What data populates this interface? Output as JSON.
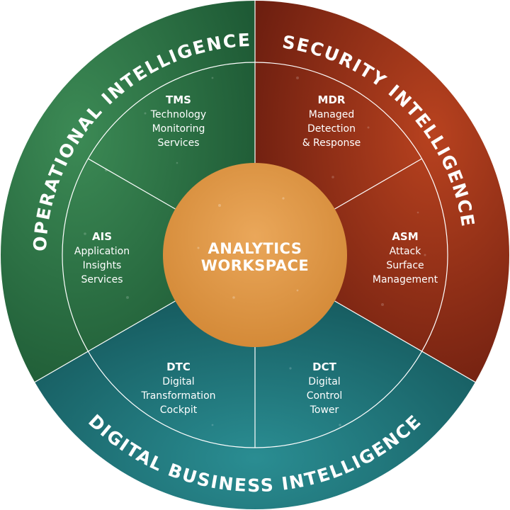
{
  "center": {
    "lines": [
      "ANALYTICS",
      "WORKSPACE"
    ],
    "color": "#e0973f"
  },
  "rings": {
    "operational": "OPERATIONAL INTELLIGENCE",
    "security": "SECURITY INTELLIGENCE",
    "digital_business": "DIGITAL BUSINESS INTELLIGENCE"
  },
  "colors": {
    "operational": "#2e7a4a",
    "security": "#a3351c",
    "digital_business": "#1f7b80",
    "divider": "#ffffff"
  },
  "segments": {
    "tms": {
      "abbr": "TMS",
      "lines": [
        "Technology",
        "Monitoring",
        "Services"
      ]
    },
    "mdr": {
      "abbr": "MDR",
      "lines": [
        "Managed",
        "Detection",
        "& Response"
      ]
    },
    "ais": {
      "abbr": "AIS",
      "lines": [
        "Application",
        "Insights",
        "Services"
      ]
    },
    "asm": {
      "abbr": "ASM",
      "lines": [
        "Attack",
        "Surface",
        "Management"
      ]
    },
    "dtc": {
      "abbr": "DTC",
      "lines": [
        "Digital",
        "Transformation",
        "Cockpit"
      ]
    },
    "dct": {
      "abbr": "DCT",
      "lines": [
        "Digital",
        "Control",
        "Tower"
      ]
    }
  }
}
